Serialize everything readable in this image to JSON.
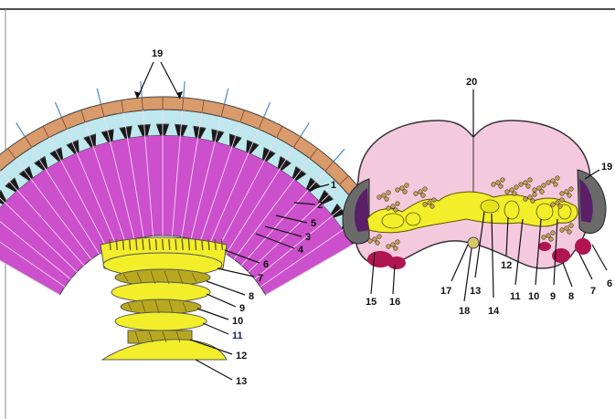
{
  "colors": {
    "cornea": "#d99a6c",
    "crystalline_cone": "#bfe8ee",
    "pigment": "#1a1a1a",
    "rhabdom": "#cc4fcc",
    "neuropil": "#f2ee2a",
    "neuropil_hatched": "#b8a820",
    "head": "#f5c9dd",
    "head_outline": "#333333",
    "cell_body": "#c8a2c8",
    "dark_red": "#b0154f",
    "compound_eye_grey": "#6a6a6a",
    "compound_eye_purple": "#5a1f66"
  },
  "icons": {
    "ommatidia_fan": "compound-eye-ommatidia",
    "brain_section": "insect-brain-cross-section"
  },
  "left_labels": {
    "top": "19",
    "l1": "1",
    "l2": "2",
    "l5": "5",
    "l3": "3",
    "l4": "4",
    "l6": "6",
    "l7": "7",
    "l8": "8",
    "l9": "9",
    "l10": "10",
    "l11": "11",
    "l12": "12",
    "l13": "13"
  },
  "right_labels": {
    "top": "20",
    "l19": "19",
    "l15": "15",
    "l16": "16",
    "l17": "17",
    "l18": "18",
    "l13": "13",
    "l14": "14",
    "l12": "12",
    "l11": "11",
    "l10": "10",
    "l9": "9",
    "l8": "8",
    "l7": "7",
    "l6": "6"
  }
}
